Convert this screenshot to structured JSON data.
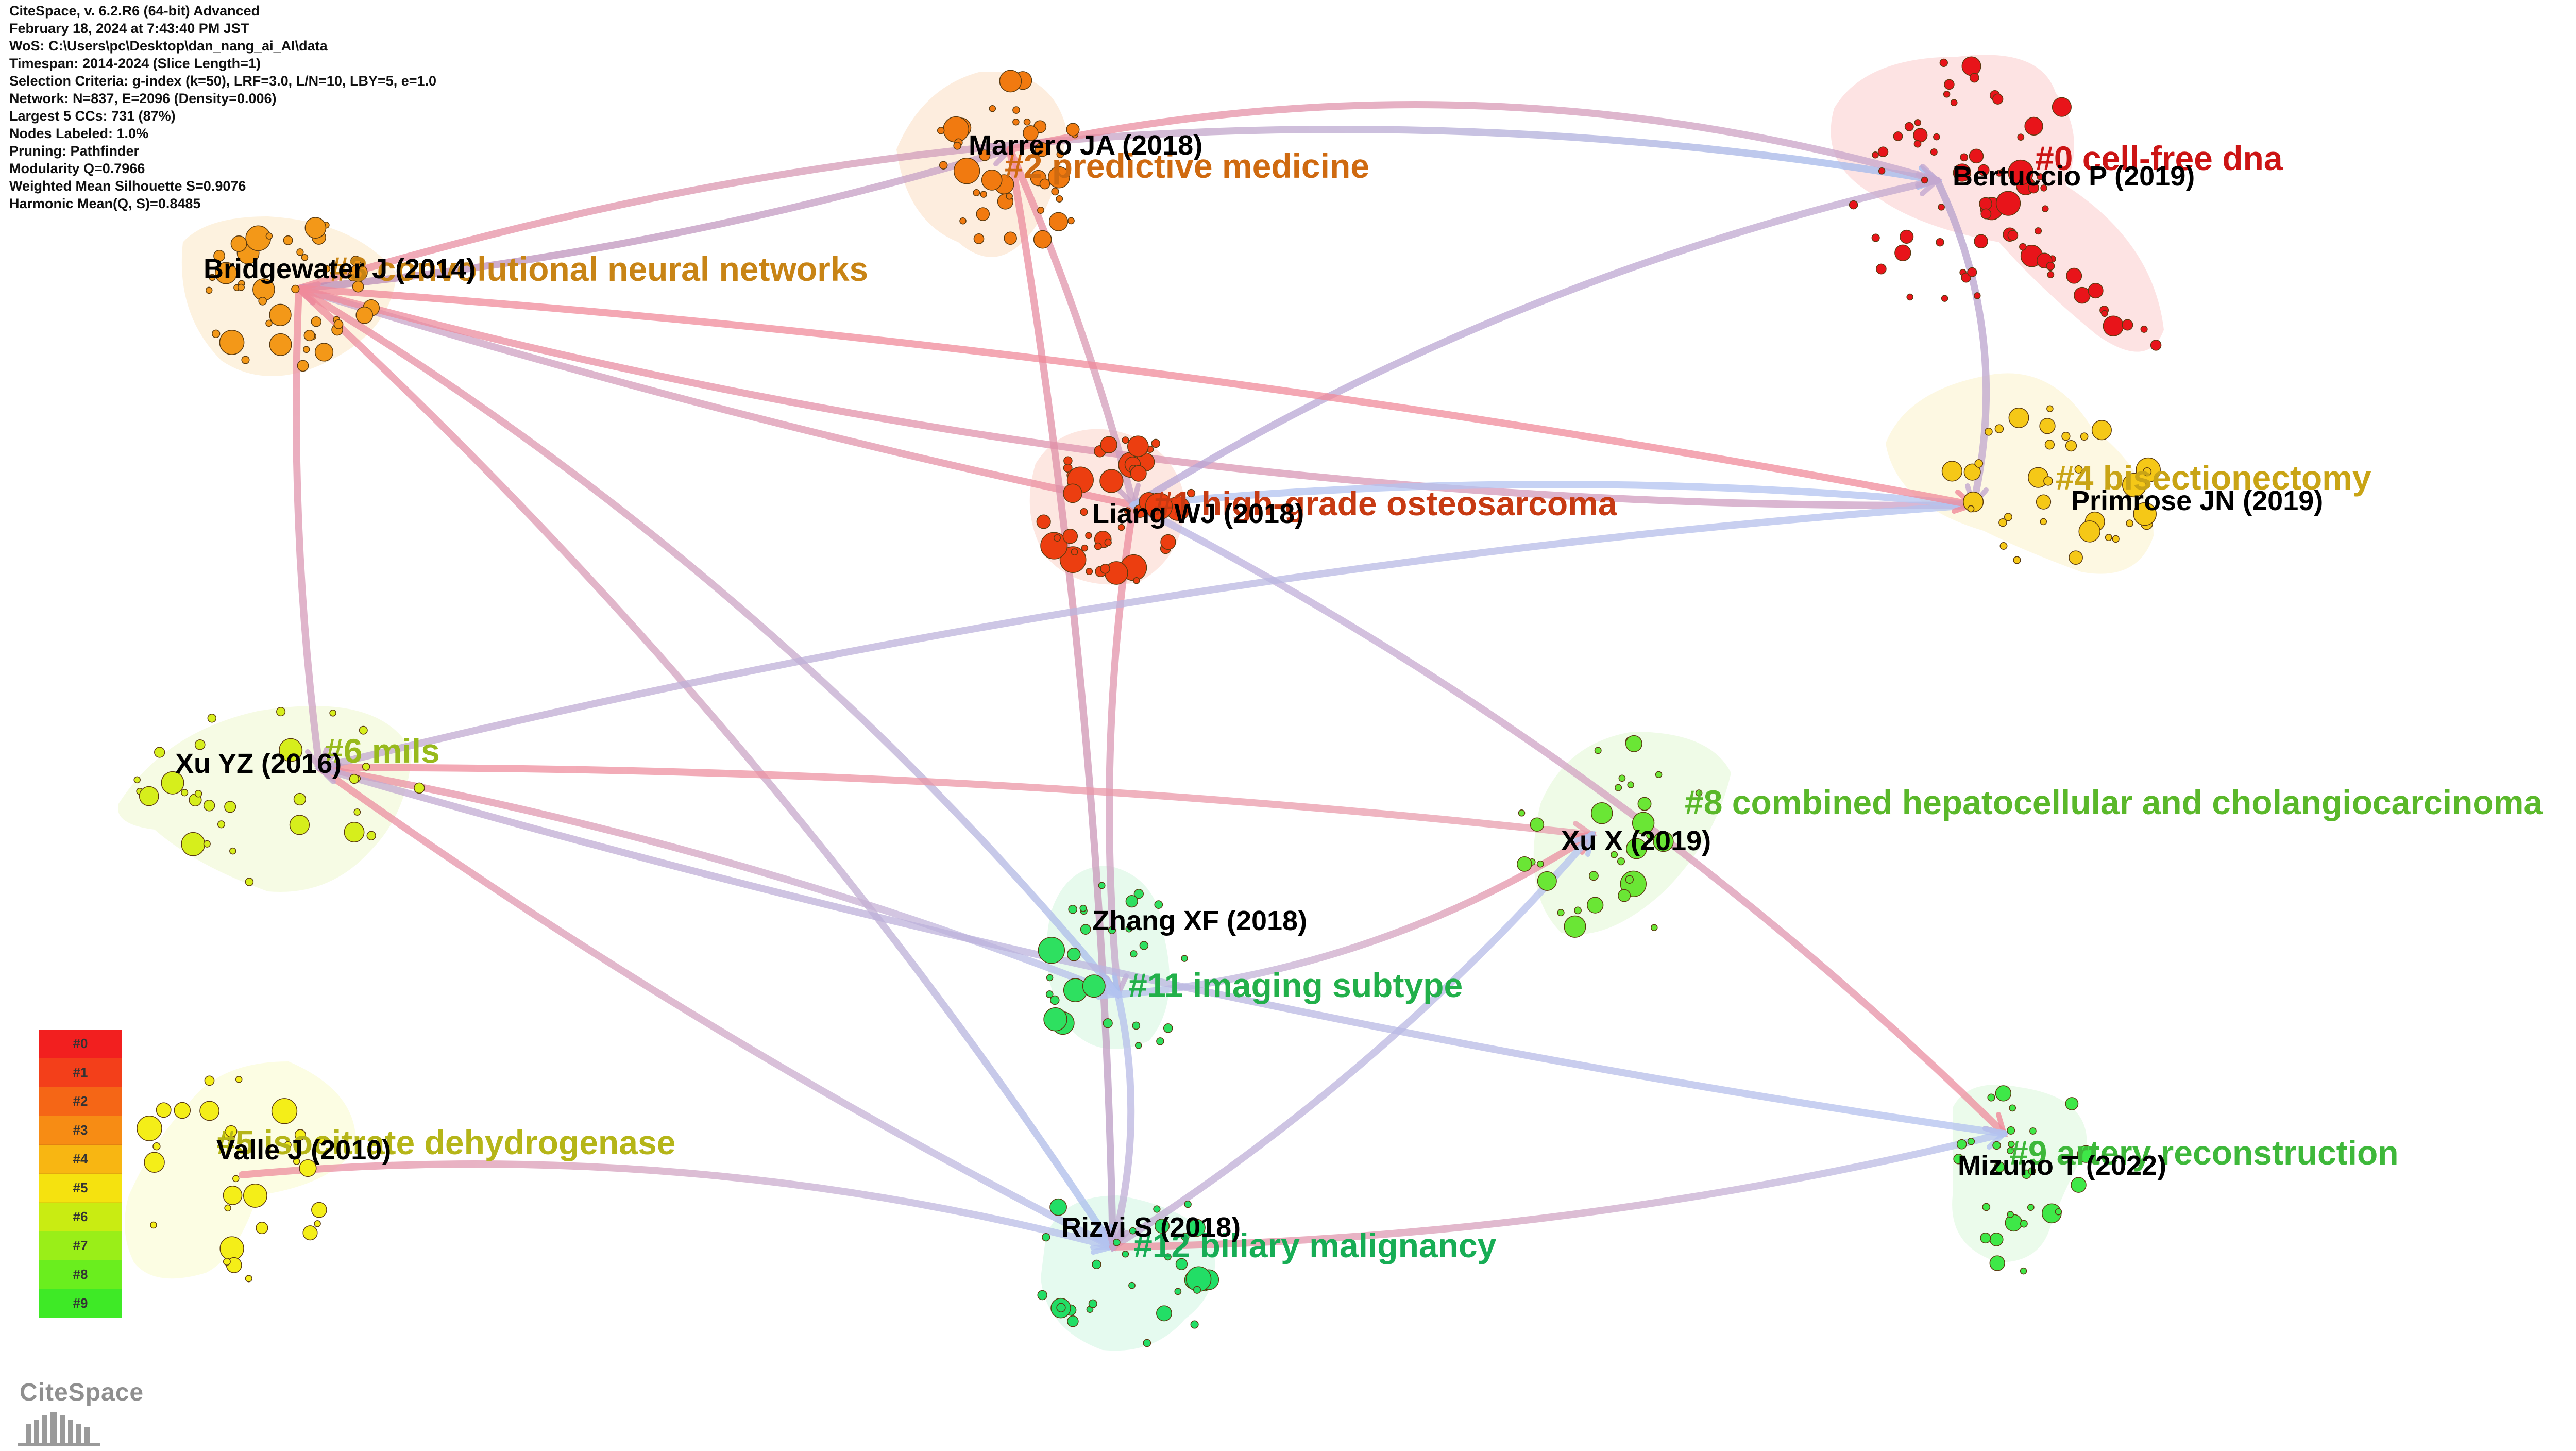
{
  "meta": {
    "lines": [
      "CiteSpace, v. 6.2.R6 (64-bit) Advanced",
      "February 18, 2024 at 7:43:40 PM JST",
      "WoS: C:\\Users\\pc\\Desktop\\dan_nang_ai_AI\\data",
      "Timespan: 2014-2024 (Slice Length=1)",
      "Selection Criteria: g-index (k=50), LRF=3.0, L/N=10, LBY=5, e=1.0",
      "Network: N=837, E=2096 (Density=0.006)",
      "Largest 5 CCs: 731 (87%)",
      "Nodes Labeled: 1.0%",
      "Pruning: Pathfinder",
      "Modularity Q=0.7966",
      "Weighted Mean Silhouette S=0.9076",
      "Harmonic Mean(Q, S)=0.8485"
    ]
  },
  "legend": {
    "items": [
      {
        "label": "#0",
        "color": "#f21f1f"
      },
      {
        "label": "#1",
        "color": "#f33f1a"
      },
      {
        "label": "#2",
        "color": "#f56616"
      },
      {
        "label": "#3",
        "color": "#f78c14"
      },
      {
        "label": "#4",
        "color": "#f8b612"
      },
      {
        "label": "#5",
        "color": "#f5e20f"
      },
      {
        "label": "#6",
        "color": "#c9ec12"
      },
      {
        "label": "#7",
        "color": "#9aee18"
      },
      {
        "label": "#8",
        "color": "#6aee1e"
      },
      {
        "label": "#9",
        "color": "#3eea26"
      }
    ]
  },
  "logo": {
    "text": "CiteSpace"
  },
  "clusters": [
    {
      "id": "c0",
      "label": "#0 cell-free dna",
      "color": "#cc1414",
      "fill": "#fde2e2",
      "node": "#e8141a"
    },
    {
      "id": "c1",
      "label": "#1 high-grade osteosarcoma",
      "color": "#c73a12",
      "fill": "#fde6df",
      "node": "#ec3e10"
    },
    {
      "id": "c2",
      "label": "#2 predictive medicine",
      "color": "#cf6a10",
      "fill": "#fdecdc",
      "node": "#f17a10"
    },
    {
      "id": "c3",
      "label": "#3 convolutional neural networks",
      "color": "#c88415",
      "fill": "#fdf1dd",
      "node": "#f39818"
    },
    {
      "id": "c4",
      "label": "#4 bisectionectomy",
      "color": "#c9a415",
      "fill": "#fdf8e0",
      "node": "#f5c817"
    },
    {
      "id": "c5",
      "label": "#5 isocitrate dehydrogenase",
      "color": "#b5b518",
      "fill": "#fcfde2",
      "node": "#f4ee18"
    },
    {
      "id": "c6",
      "label": "#6 mils",
      "color": "#98ba1c",
      "fill": "#f6fbe3",
      "node": "#d6ee1c"
    },
    {
      "id": "c8",
      "label": "#8 combined hepatocellular and cholangiocarcinoma",
      "color": "#5ab82a",
      "fill": "#eefbe6",
      "node": "#6ae635"
    },
    {
      "id": "c9",
      "label": "#9 artery reconstruction",
      "color": "#3eb83a",
      "fill": "#eafbea",
      "node": "#3ee848"
    },
    {
      "id": "c11",
      "label": "#11 imaging subtype",
      "color": "#22b04a",
      "fill": "#e6faec",
      "node": "#2ee060"
    },
    {
      "id": "c12",
      "label": "#12 biliary malignancy",
      "color": "#17ad55",
      "fill": "#e4faee",
      "node": "#22de66"
    }
  ],
  "authors": [
    {
      "id": "bertuccio",
      "label": "Bertuccio P (2019)"
    },
    {
      "id": "marrero",
      "label": "Marrero JA (2018)"
    },
    {
      "id": "bridgewater",
      "label": "Bridgewater J (2014)"
    },
    {
      "id": "liang",
      "label": "Liang WJ (2018)"
    },
    {
      "id": "primrose",
      "label": "Primrose JN (2019)"
    },
    {
      "id": "xuyz",
      "label": "Xu YZ (2016)"
    },
    {
      "id": "xux",
      "label": "Xu X (2019)"
    },
    {
      "id": "zhang",
      "label": "Zhang XF (2018)"
    },
    {
      "id": "valle",
      "label": "Valle J (2010)"
    },
    {
      "id": "mizuno",
      "label": "Mizuno T (2022)"
    },
    {
      "id": "rizvi",
      "label": "Rizvi S (2018)"
    }
  ]
}
